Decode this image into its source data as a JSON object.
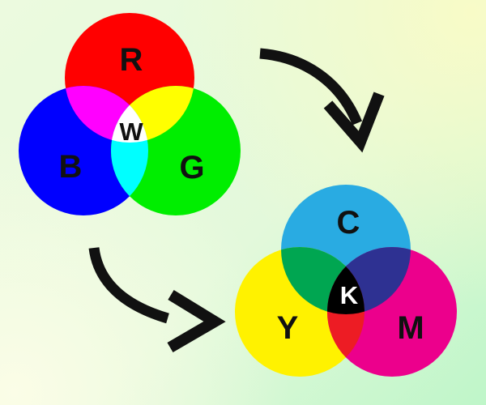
{
  "background": {
    "top_left": "#ECFADF",
    "top_right": "#F8FBC7",
    "bottom_left": "#FBFDE7",
    "bottom_right": "#BFF6C9"
  },
  "arrows": {
    "color": "#111111"
  },
  "rgb": {
    "labels": {
      "red": "R",
      "green": "G",
      "blue": "B",
      "center": "W"
    },
    "colors": {
      "red": "#FF0000",
      "green": "#00EE00",
      "blue": "#0000FF",
      "red_blue": "#FF00FF",
      "red_green": "#FFFF00",
      "blue_green": "#00FFFF",
      "center": "#FFFFFF"
    },
    "label_color": "#111111",
    "center_label_color": "#111111"
  },
  "cmyk": {
    "labels": {
      "cyan": "C",
      "magenta": "M",
      "yellow": "Y",
      "center": "K"
    },
    "colors": {
      "cyan": "#29ABE2",
      "magenta": "#EC008C",
      "yellow": "#FFF200",
      "cyan_yellow": "#00A651",
      "cyan_magenta": "#2E3192",
      "yellow_magenta": "#ED1C24",
      "center": "#000000"
    },
    "label_color": "#111111",
    "center_label_color": "#FFFFFF"
  }
}
